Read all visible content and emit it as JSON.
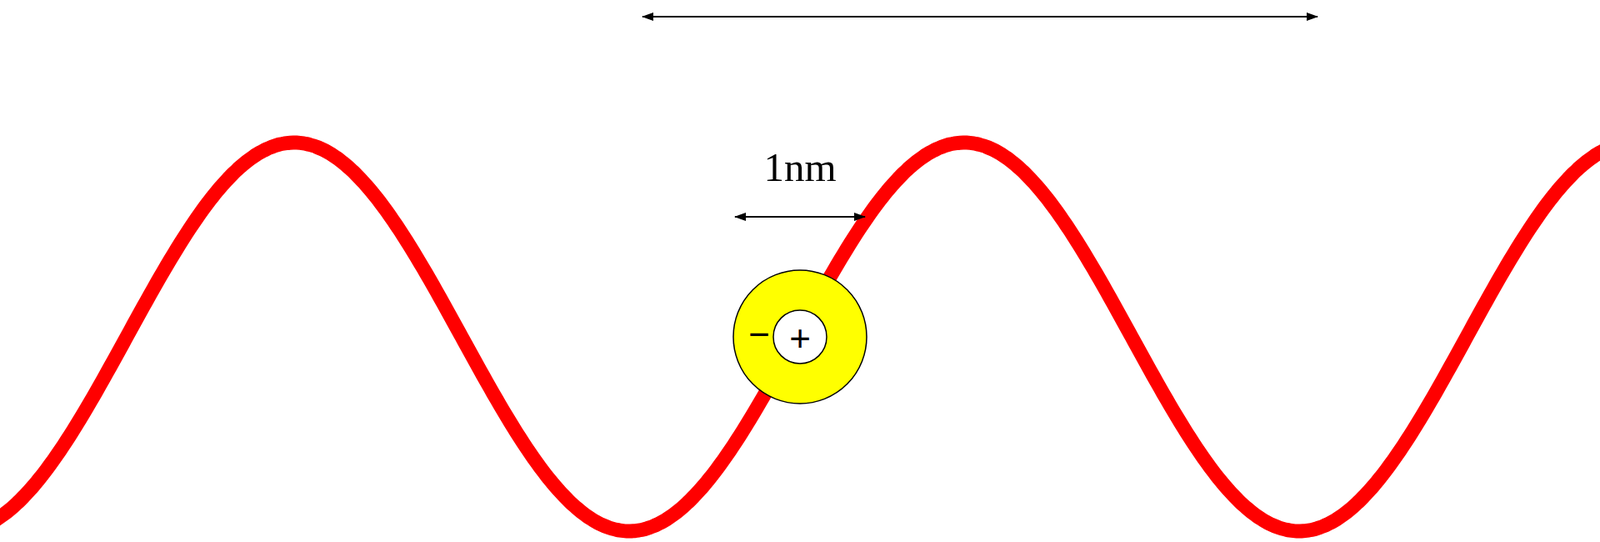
{
  "diagram": {
    "labels": [
      "1nm",
      "−",
      "+"
    ]
  }
}
